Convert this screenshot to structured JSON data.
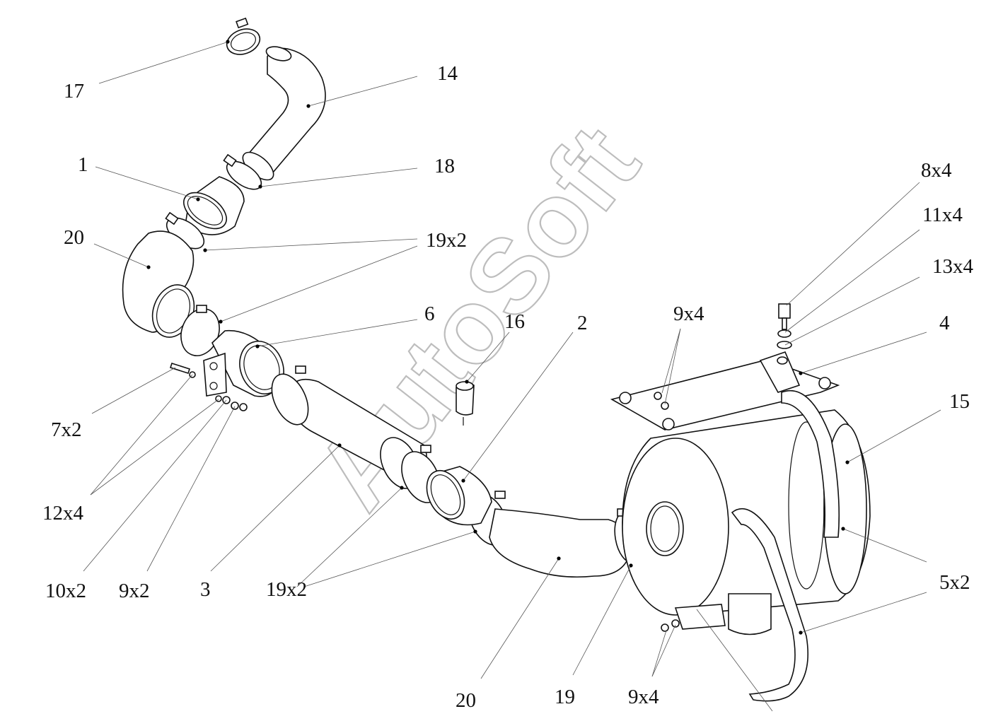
{
  "watermark": "AutoSoft",
  "callouts": [
    {
      "id": "c17",
      "text": "17"
    },
    {
      "id": "c14",
      "text": "14"
    },
    {
      "id": "c1",
      "text": "1"
    },
    {
      "id": "c18",
      "text": "18"
    },
    {
      "id": "c20a",
      "text": "20"
    },
    {
      "id": "c19x2a",
      "text": "19x2"
    },
    {
      "id": "c6",
      "text": "6"
    },
    {
      "id": "c16",
      "text": "16"
    },
    {
      "id": "c2",
      "text": "2"
    },
    {
      "id": "c9x4a",
      "text": "9x4"
    },
    {
      "id": "c8x4",
      "text": "8x4"
    },
    {
      "id": "c11x4",
      "text": "11x4"
    },
    {
      "id": "c13x4",
      "text": "13x4"
    },
    {
      "id": "c4",
      "text": "4"
    },
    {
      "id": "c15",
      "text": "15"
    },
    {
      "id": "c7x2",
      "text": "7x2"
    },
    {
      "id": "c12x4",
      "text": "12x4"
    },
    {
      "id": "c10x2",
      "text": "10x2"
    },
    {
      "id": "c9x2",
      "text": "9x2"
    },
    {
      "id": "c3",
      "text": "3"
    },
    {
      "id": "c19x2b",
      "text": "19x2"
    },
    {
      "id": "c5x2",
      "text": "5x2"
    },
    {
      "id": "c20b",
      "text": "20"
    },
    {
      "id": "c19",
      "text": "19"
    },
    {
      "id": "c9x4b",
      "text": "9x4"
    }
  ]
}
